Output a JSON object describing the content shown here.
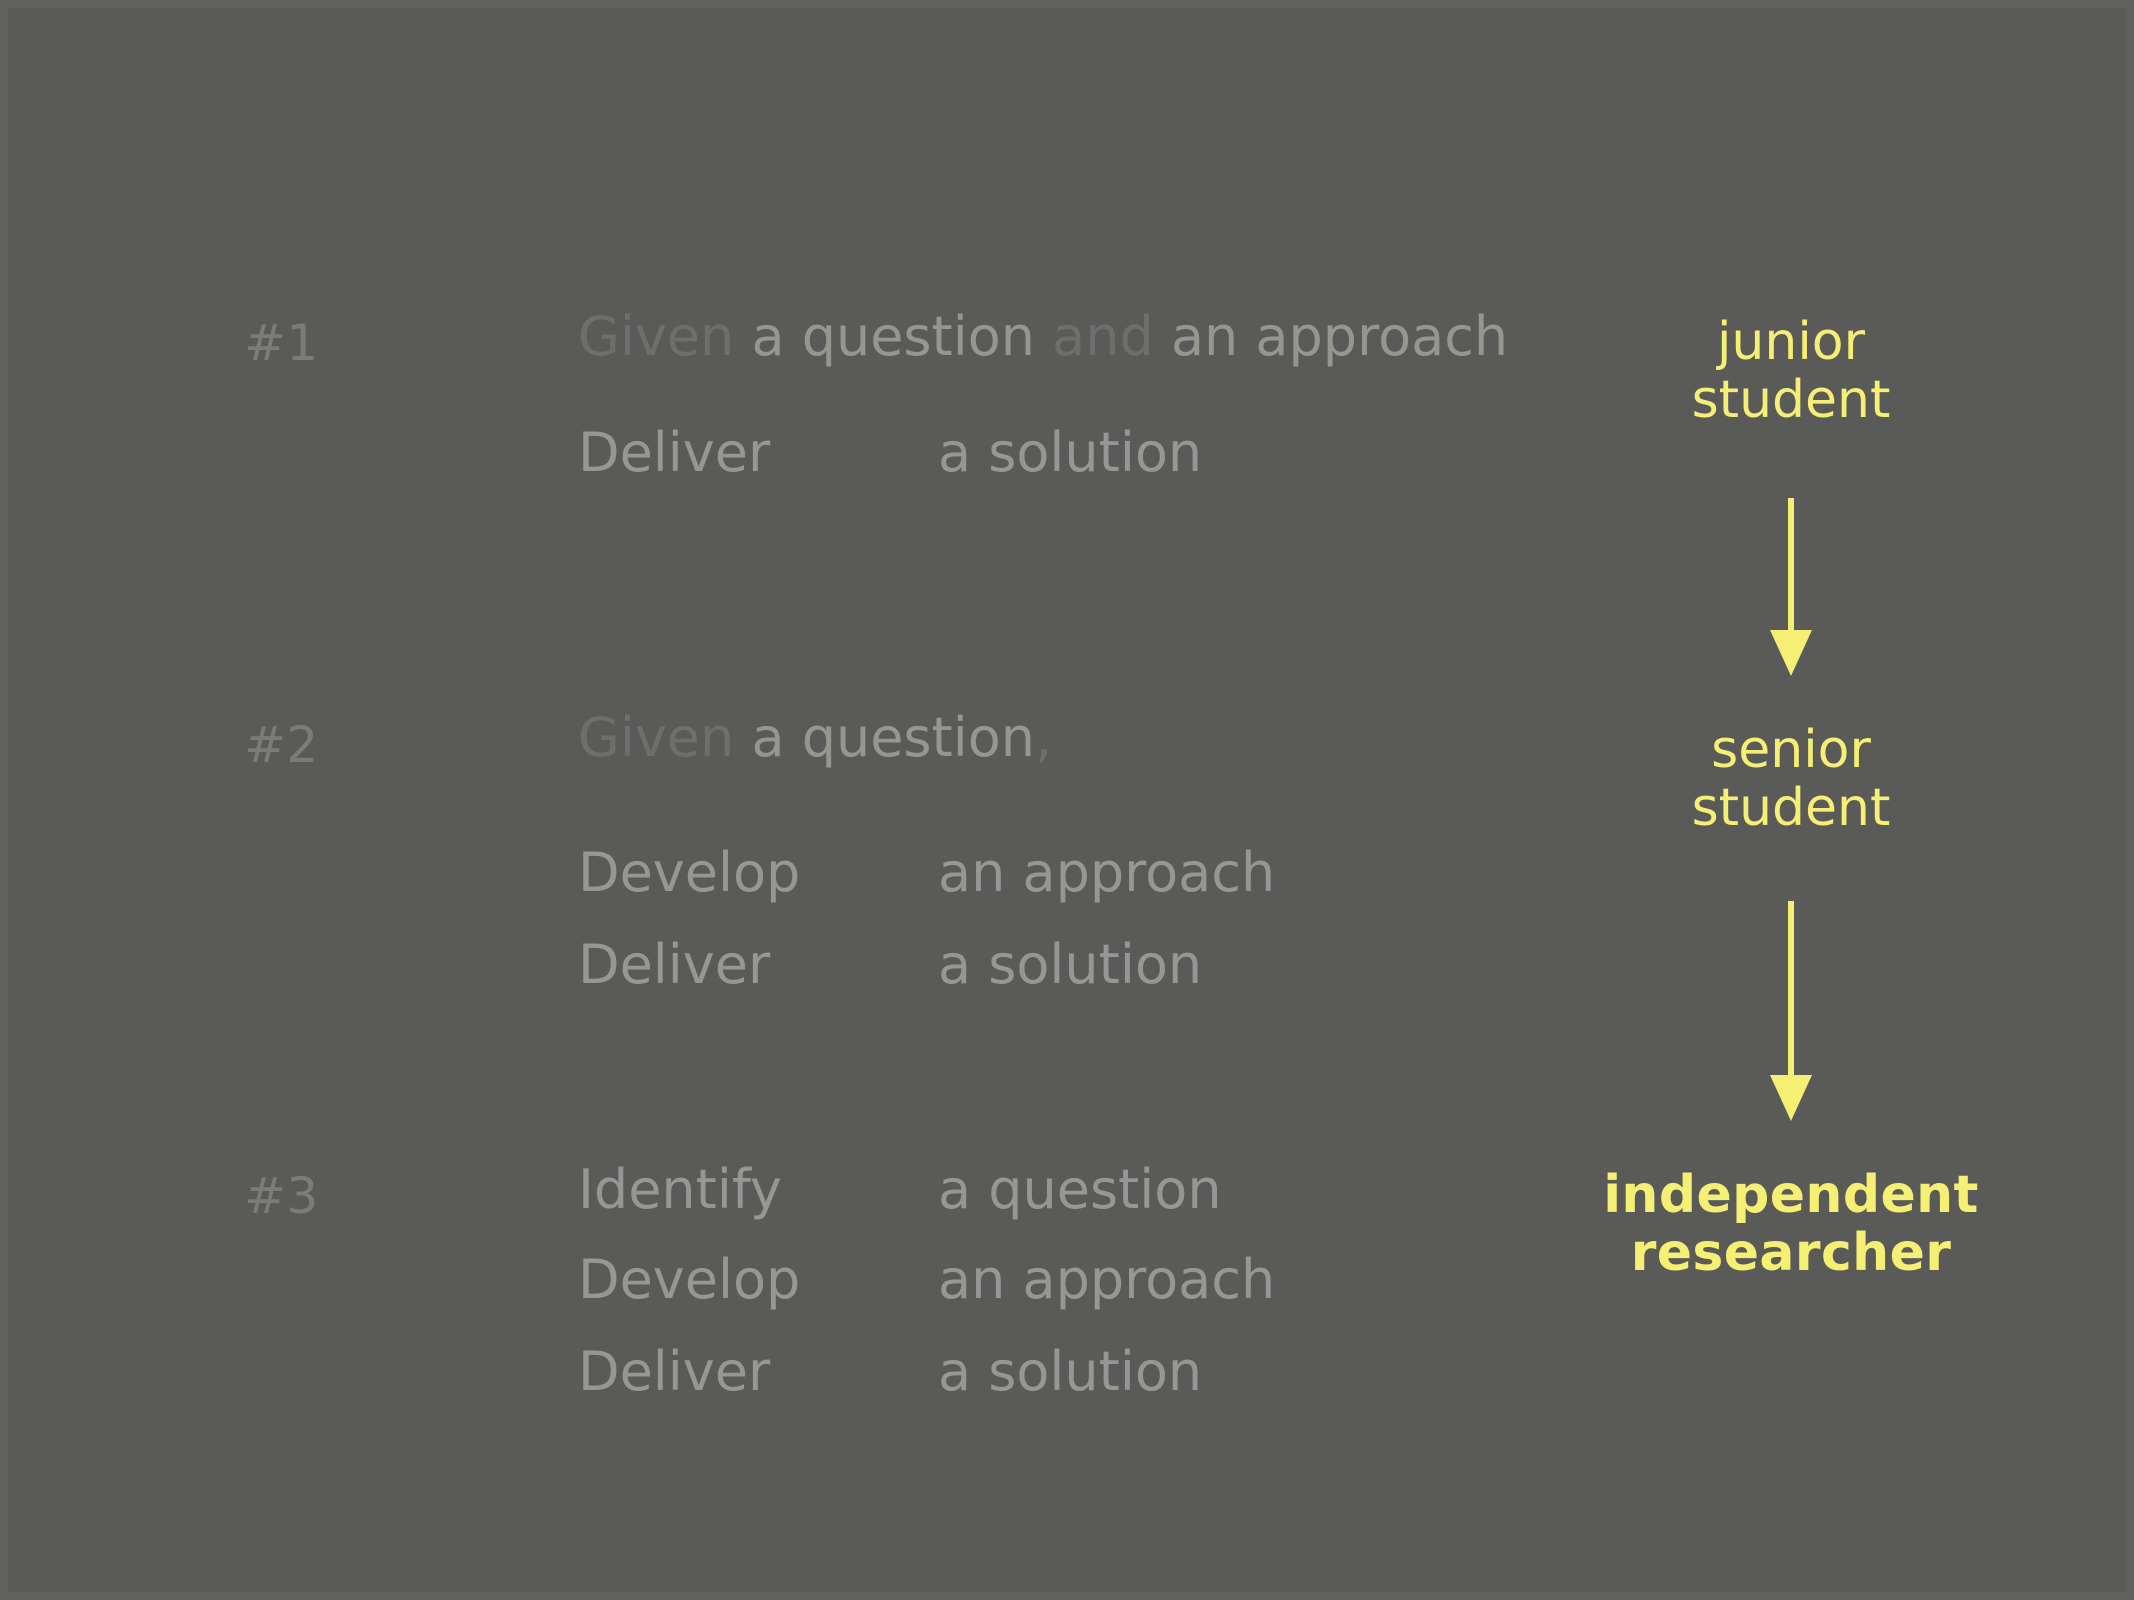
{
  "slide": {
    "background_color": "#5a5a59",
    "accent_color": "#f5ef73",
    "text_bright_color": "#96968f",
    "text_mid_color": "#969695",
    "text_dim_color": "#6e6e6d",
    "number_color": "#7b7b7a"
  },
  "stages": [
    {
      "number": "#1",
      "sentence": {
        "given_verb": "Given",
        "object_1": "a question",
        "conjunction": "and",
        "object_2": "an approach"
      },
      "steps": [
        {
          "verb": "Deliver",
          "object": "a solution"
        }
      ]
    },
    {
      "number": "#2",
      "sentence": {
        "given_verb": "Given",
        "object_1": "a question",
        "conjunction": ",",
        "object_2": ""
      },
      "steps": [
        {
          "verb": "Develop",
          "object": "an approach"
        },
        {
          "verb": "Deliver",
          "object": "a solution"
        }
      ]
    },
    {
      "number": "#3",
      "sentence": null,
      "steps": [
        {
          "verb": "Identify",
          "object": "a question"
        },
        {
          "verb": "Develop",
          "object": "an approach"
        },
        {
          "verb": "Deliver",
          "object": "a solution"
        }
      ]
    }
  ],
  "ladder": {
    "roles": [
      {
        "label": "junior\nstudent",
        "emphasis": "regular"
      },
      {
        "label": "senior\nstudent",
        "emphasis": "regular"
      },
      {
        "label": "independent\nresearcher",
        "emphasis": "bold"
      }
    ],
    "arrows": [
      {
        "name": "arrow-junior-to-senior"
      },
      {
        "name": "arrow-senior-to-independent"
      }
    ]
  }
}
